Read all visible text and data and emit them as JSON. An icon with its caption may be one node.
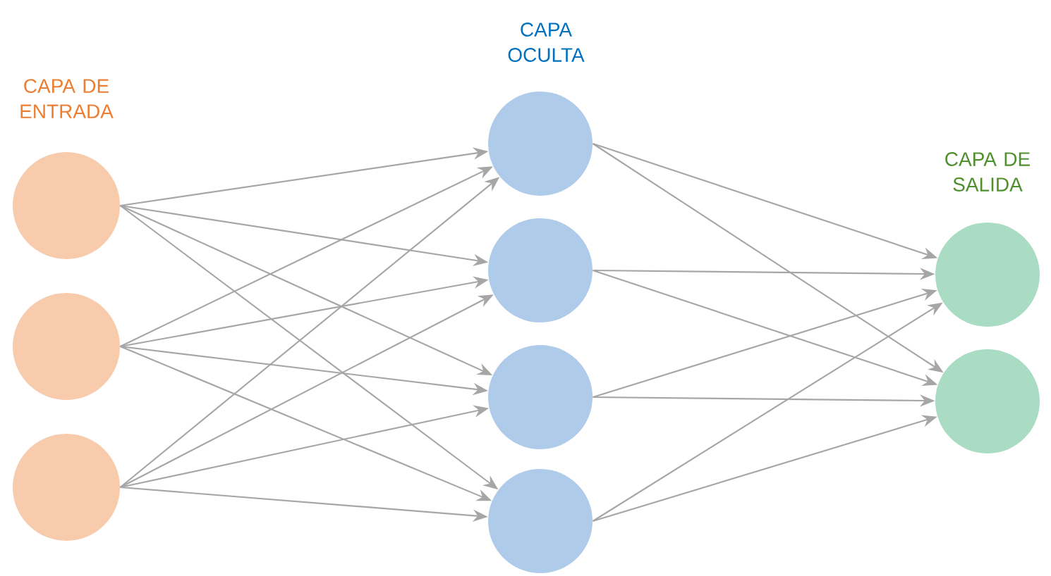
{
  "diagram": {
    "nodes": [
      {
        "text": [],
        "shape": "circle"
      },
      {
        "text": [],
        "shape": "circle"
      },
      {
        "text": [],
        "shape": "circle"
      },
      {
        "text": [],
        "shape": "circle"
      },
      {
        "text": [],
        "shape": "circle"
      },
      {
        "text": [],
        "shape": "circle"
      },
      {
        "text": [],
        "shape": "circle"
      },
      {
        "text": [],
        "shape": "circle"
      },
      {
        "text": [],
        "shape": "circle"
      }
    ],
    "edges": [
      {
        "from": 0,
        "to": 3,
        "arrow": "to"
      },
      {
        "from": 0,
        "to": 4,
        "arrow": "to"
      },
      {
        "from": 0,
        "to": 5,
        "arrow": "to"
      },
      {
        "from": 0,
        "to": 6,
        "arrow": "to"
      },
      {
        "from": 1,
        "to": 3,
        "arrow": "to"
      },
      {
        "from": 1,
        "to": 4,
        "arrow": "to"
      },
      {
        "from": 1,
        "to": 5,
        "arrow": "to"
      },
      {
        "from": 1,
        "to": 6,
        "arrow": "to"
      },
      {
        "from": 2,
        "to": 3,
        "arrow": "to"
      },
      {
        "from": 2,
        "to": 4,
        "arrow": "to"
      },
      {
        "from": 2,
        "to": 5,
        "arrow": "to"
      },
      {
        "from": 2,
        "to": 6,
        "arrow": "to"
      },
      {
        "from": 3,
        "to": 7,
        "arrow": "to"
      },
      {
        "from": 3,
        "to": 8,
        "arrow": "to"
      },
      {
        "from": 4,
        "to": 7,
        "arrow": "to"
      },
      {
        "from": 4,
        "to": 8,
        "arrow": "to"
      },
      {
        "from": 5,
        "to": 7,
        "arrow": "to"
      },
      {
        "from": 5,
        "to": 8,
        "arrow": "to"
      },
      {
        "from": 6,
        "to": 7,
        "arrow": "to"
      },
      {
        "from": 6,
        "to": 8,
        "arrow": "to"
      }
    ],
    "labels": [
      "CAPA DE ENTRADA",
      "CAPA OCULTA",
      "CAPA DE SALIDA"
    ]
  }
}
